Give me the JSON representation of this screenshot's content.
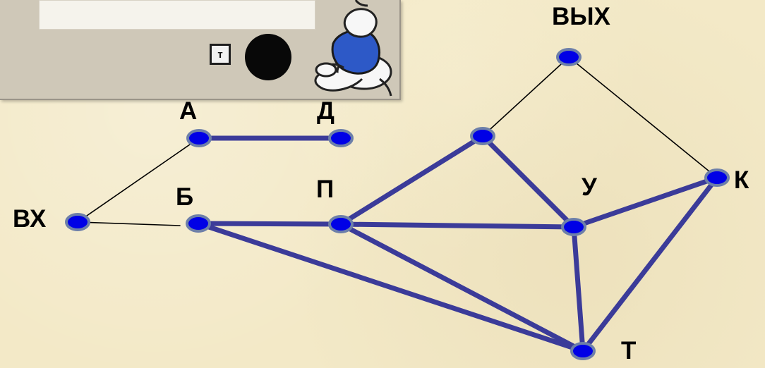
{
  "inset": {
    "box_letter": "т"
  },
  "labels": {
    "A": "А",
    "D": "Д",
    "VX": "ВХ",
    "B": "Б",
    "P": "П",
    "U": "У",
    "K": "К",
    "VYH": "ВЫХ",
    "T": "Т"
  },
  "colors": {
    "background": "#f3e9c7",
    "node_fill": "#0000e6",
    "node_stroke": "#6d7fa9",
    "thick_edge": "#3b3b99",
    "thin_edge": "#000000"
  },
  "graph": {
    "nodes": [
      {
        "id": "A",
        "label": "А"
      },
      {
        "id": "D",
        "label": "Д"
      },
      {
        "id": "VX",
        "label": "ВХ"
      },
      {
        "id": "B",
        "label": "Б"
      },
      {
        "id": "P",
        "label": "П"
      },
      {
        "id": "N1",
        "label": ""
      },
      {
        "id": "U",
        "label": "У"
      },
      {
        "id": "K",
        "label": "К"
      },
      {
        "id": "VYH",
        "label": "ВЫХ"
      },
      {
        "id": "T",
        "label": "Т"
      }
    ],
    "edges": [
      {
        "from": "A",
        "to": "D",
        "style": "thick"
      },
      {
        "from": "VX",
        "to": "A",
        "style": "thin"
      },
      {
        "from": "VX",
        "to": "B",
        "style": "thin"
      },
      {
        "from": "B",
        "to": "P",
        "style": "thick"
      },
      {
        "from": "B",
        "to": "T",
        "style": "thick"
      },
      {
        "from": "P",
        "to": "U",
        "style": "thick"
      },
      {
        "from": "P",
        "to": "T",
        "style": "thick"
      },
      {
        "from": "P",
        "to": "N1",
        "style": "thick"
      },
      {
        "from": "N1",
        "to": "U",
        "style": "thick"
      },
      {
        "from": "U",
        "to": "K",
        "style": "thick"
      },
      {
        "from": "U",
        "to": "T",
        "style": "thick"
      },
      {
        "from": "T",
        "to": "K",
        "style": "thick"
      },
      {
        "from": "N1",
        "to": "VYH",
        "style": "thin"
      },
      {
        "from": "VYH",
        "to": "K",
        "style": "thin"
      }
    ]
  }
}
